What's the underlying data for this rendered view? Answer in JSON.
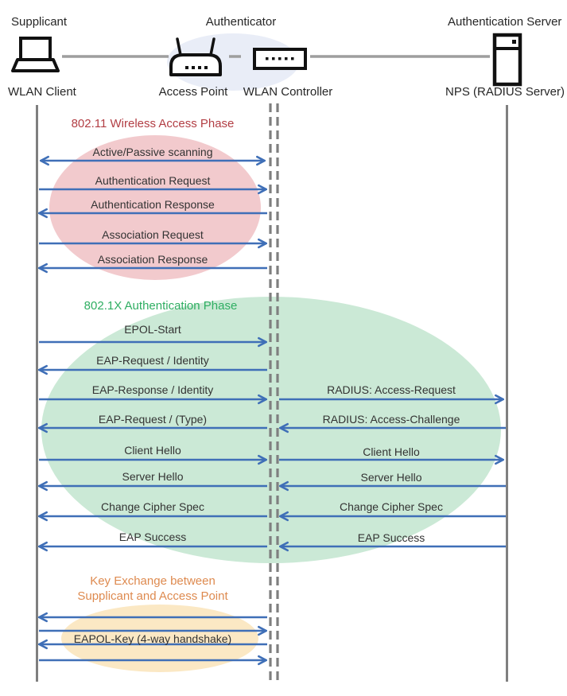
{
  "colors": {
    "arrow-blue": "#3F6FB7",
    "lifeline-gray": "#7F7F7F",
    "connector-gray": "#9E9E9E",
    "phase-red": "#B23E44",
    "phase-green": "#2FAE62",
    "phase-orange": "#DE8A4F",
    "ellipse-pink": "#F2CACD",
    "ellipse-green": "#CBE9D6",
    "ellipse-cream": "#FBE8C4",
    "ellipse-blue": "#E9EDF7",
    "label-dark": "#333333"
  },
  "actors": {
    "roles": [
      {
        "label": "Supplicant"
      },
      {
        "label": "Authenticator"
      },
      {
        "label": "Authentication Server"
      }
    ],
    "devices": [
      {
        "label": "WLAN Client",
        "icon": "laptop-icon"
      },
      {
        "label": "Access Point",
        "icon": "access-point-icon"
      },
      {
        "label": "WLAN Controller",
        "icon": "wlan-controller-icon"
      },
      {
        "label": "NPS (RADIUS Server)",
        "icon": "server-icon"
      }
    ]
  },
  "phases": {
    "phase1_title": "802.11 Wireless Access Phase",
    "phase2_title": "802.1X Authentication Phase",
    "phase3_title_line1": "Key Exchange between",
    "phase3_title_line2": "Supplicant and Access Point"
  },
  "messages": {
    "left": [
      {
        "label": "Active/Passive scanning",
        "direction": "both"
      },
      {
        "label": "Authentication Request",
        "direction": "right"
      },
      {
        "label": "Authentication Response",
        "direction": "left"
      },
      {
        "label": "Association Request",
        "direction": "right"
      },
      {
        "label": "Association Response",
        "direction": "left"
      },
      {
        "label": "EPOL-Start",
        "direction": "right"
      },
      {
        "label": "EAP-Request / Identity",
        "direction": "left"
      },
      {
        "label": "EAP-Response / Identity",
        "direction": "right"
      },
      {
        "label": "EAP-Request / (Type)",
        "direction": "left"
      },
      {
        "label": "Client Hello",
        "direction": "right"
      },
      {
        "label": "Server Hello",
        "direction": "left"
      },
      {
        "label": "Change Cipher Spec",
        "direction": "left"
      },
      {
        "label": "EAP Success",
        "direction": "left"
      }
    ],
    "right": [
      {
        "label": "RADIUS: Access-Request",
        "direction": "right"
      },
      {
        "label": "RADIUS: Access-Challenge",
        "direction": "left"
      },
      {
        "label": "Client Hello",
        "direction": "right"
      },
      {
        "label": "Server Hello",
        "direction": "left"
      },
      {
        "label": "Change Cipher Spec",
        "direction": "left"
      },
      {
        "label": "EAP Success",
        "direction": "left"
      }
    ],
    "key_exchange": {
      "label": "EAPOL-Key (4-way handshake)",
      "arrow_directions": [
        "left",
        "right",
        "left",
        "right"
      ]
    }
  }
}
